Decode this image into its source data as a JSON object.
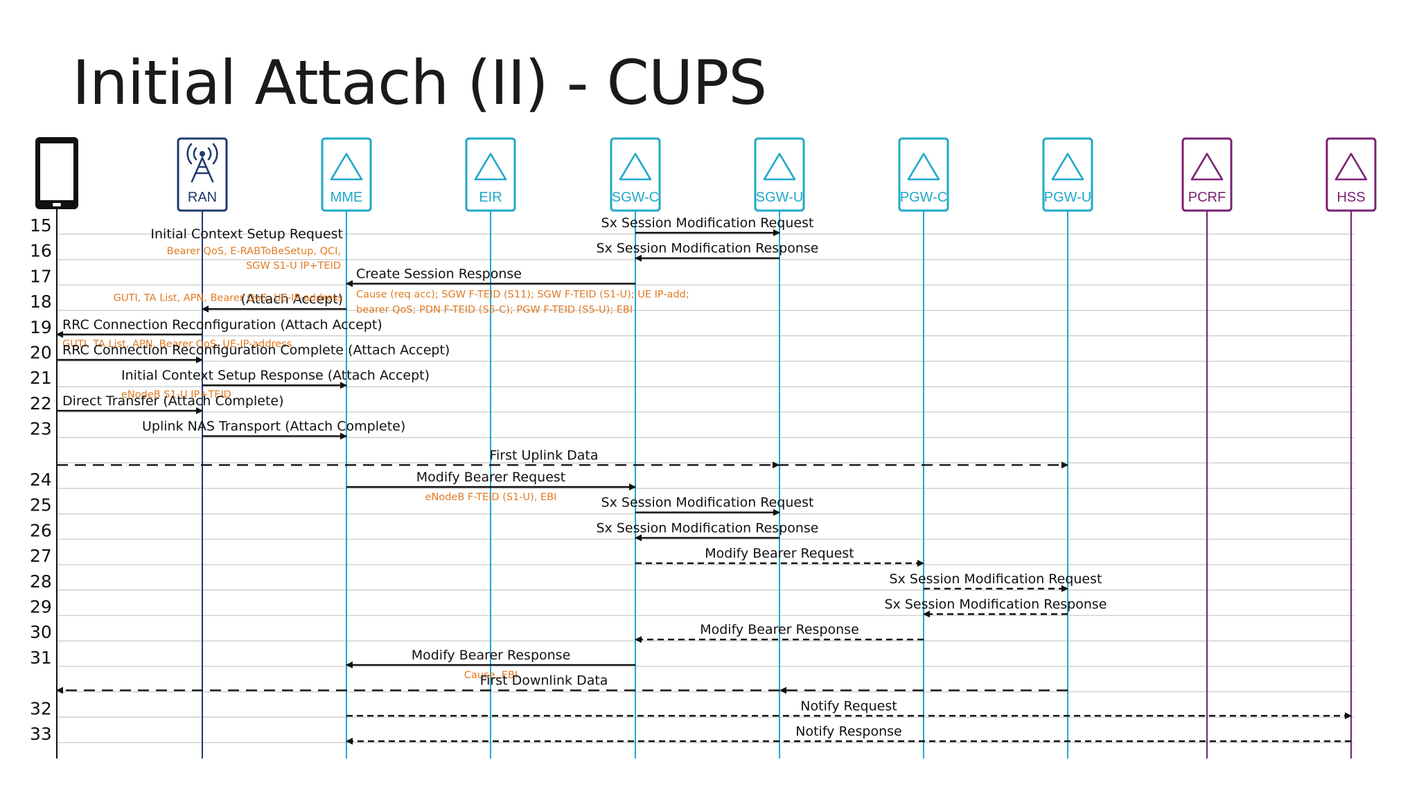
{
  "title": "Initial Attach (II) - CUPS",
  "colors": {
    "ue": "#111111",
    "ran": "#1f3a6d",
    "core": "#1fa8c9",
    "policy": "#7a2073",
    "detail": "#e07b24",
    "gridline": "#d0d0d0"
  },
  "entities": [
    {
      "id": "ue",
      "label": "",
      "icon": "smartphone-icon"
    },
    {
      "id": "ran",
      "label": "RAN",
      "icon": "antenna-tower-icon"
    },
    {
      "id": "mme",
      "label": "MME",
      "icon": "triangle-icon"
    },
    {
      "id": "eir",
      "label": "EIR",
      "icon": "triangle-icon"
    },
    {
      "id": "sgwc",
      "label": "SGW-C",
      "icon": "triangle-icon"
    },
    {
      "id": "sgwu",
      "label": "SGW-U",
      "icon": "triangle-icon"
    },
    {
      "id": "pgwc",
      "label": "PGW-C",
      "icon": "triangle-icon"
    },
    {
      "id": "pgwu",
      "label": "PGW-U",
      "icon": "triangle-icon"
    },
    {
      "id": "pcrf",
      "label": "PCRF",
      "icon": "triangle-icon"
    },
    {
      "id": "hss",
      "label": "HSS",
      "icon": "triangle-icon"
    }
  ],
  "steps": [
    "15",
    "16",
    "17",
    "18",
    "19",
    "20",
    "21",
    "22",
    "23",
    "",
    "24",
    "25",
    "26",
    "27",
    "28",
    "29",
    "30",
    "31",
    "",
    "32",
    "33"
  ],
  "messages": [
    {
      "from": "sgwc",
      "to": "sgwu",
      "row": 0,
      "label": "Sx Session Modification Request",
      "dashed": false
    },
    {
      "from": "sgwu",
      "to": "sgwc",
      "row": 1,
      "label": "Sx Session Modification Response",
      "dashed": false
    },
    {
      "from": "sgwc",
      "to": "mme",
      "row": 2,
      "label": "Create Session Response",
      "detail": [
        "Cause (req acc); SGW F-TEID (S11); SGW F-TEID (S1-U); UE IP-add;",
        "bearer QoS; PDN F-TEID (S5-C); PGW F-TEID (S5-U); EBI"
      ],
      "dashed": false
    },
    {
      "from": "mme",
      "to": "ran",
      "row": 3,
      "label": "Initial Context Setup Request",
      "label2": "(Attach Accept)",
      "detail": [
        "Bearer QoS, E-RABToBeSetup, QCI,",
        "SGW S1-U IP+TEID",
        "GUTI, TA List, APN, Bearer QoS, UE-IP-address"
      ],
      "dashed": false
    },
    {
      "from": "ran",
      "to": "ue",
      "row": 4,
      "label": "RRC Connection Reconfiguration (Attach Accept)",
      "detail": [
        "GUTI, TA List, APN, Bearer QoS, UE-IP-address"
      ],
      "dashed": false
    },
    {
      "from": "ue",
      "to": "ran",
      "row": 5,
      "label": "RRC Connection Reconfiguration Complete (Attach Accept)",
      "dashed": false
    },
    {
      "from": "ran",
      "to": "mme",
      "row": 6,
      "label": "Initial Context Setup Response (Attach Accept)",
      "detail": [
        "eNodeB S1-U IP+TEID"
      ],
      "dashed": false
    },
    {
      "from": "ue",
      "to": "ran",
      "row": 7,
      "label": "Direct Transfer (Attach Complete)",
      "dashed": false
    },
    {
      "from": "ran",
      "to": "mme",
      "row": 8,
      "label": "Uplink NAS Transport (Attach Complete)",
      "dashed": false
    },
    {
      "from": "ue",
      "to": "pgwu",
      "row": 9,
      "label": "First Uplink Data",
      "dashed": true
    },
    {
      "from": "mme",
      "to": "sgwc",
      "row": 10,
      "label": "Modify Bearer Request",
      "detail": [
        "eNodeB F-TEID (S1-U), EBI"
      ],
      "dashed": false
    },
    {
      "from": "sgwc",
      "to": "sgwu",
      "row": 11,
      "label": "Sx Session Modification Request",
      "dashed": false
    },
    {
      "from": "sgwu",
      "to": "sgwc",
      "row": 12,
      "label": "Sx Session Modification Response",
      "dashed": false
    },
    {
      "from": "sgwc",
      "to": "pgwc",
      "row": 13,
      "label": "Modify Bearer Request",
      "dashed": true
    },
    {
      "from": "pgwc",
      "to": "pgwu",
      "row": 14,
      "label": "Sx Session Modification Request",
      "dashed": true
    },
    {
      "from": "pgwu",
      "to": "pgwc",
      "row": 15,
      "label": "Sx Session Modification Response",
      "dashed": true
    },
    {
      "from": "pgwc",
      "to": "sgwc",
      "row": 16,
      "label": "Modify Bearer Response",
      "dashed": true
    },
    {
      "from": "sgwc",
      "to": "mme",
      "row": 17,
      "label": "Modify Bearer Response",
      "detail": [
        "Cause, EBI"
      ],
      "dashed": false
    },
    {
      "from": "pgwu",
      "to": "ue",
      "row": 18,
      "label": "First Downlink Data",
      "dashed": true
    },
    {
      "from": "mme",
      "to": "hss",
      "row": 19,
      "label": "Notify Request",
      "dashed": true
    },
    {
      "from": "hss",
      "to": "mme",
      "row": 20,
      "label": "Notify Response",
      "dashed": true
    }
  ]
}
